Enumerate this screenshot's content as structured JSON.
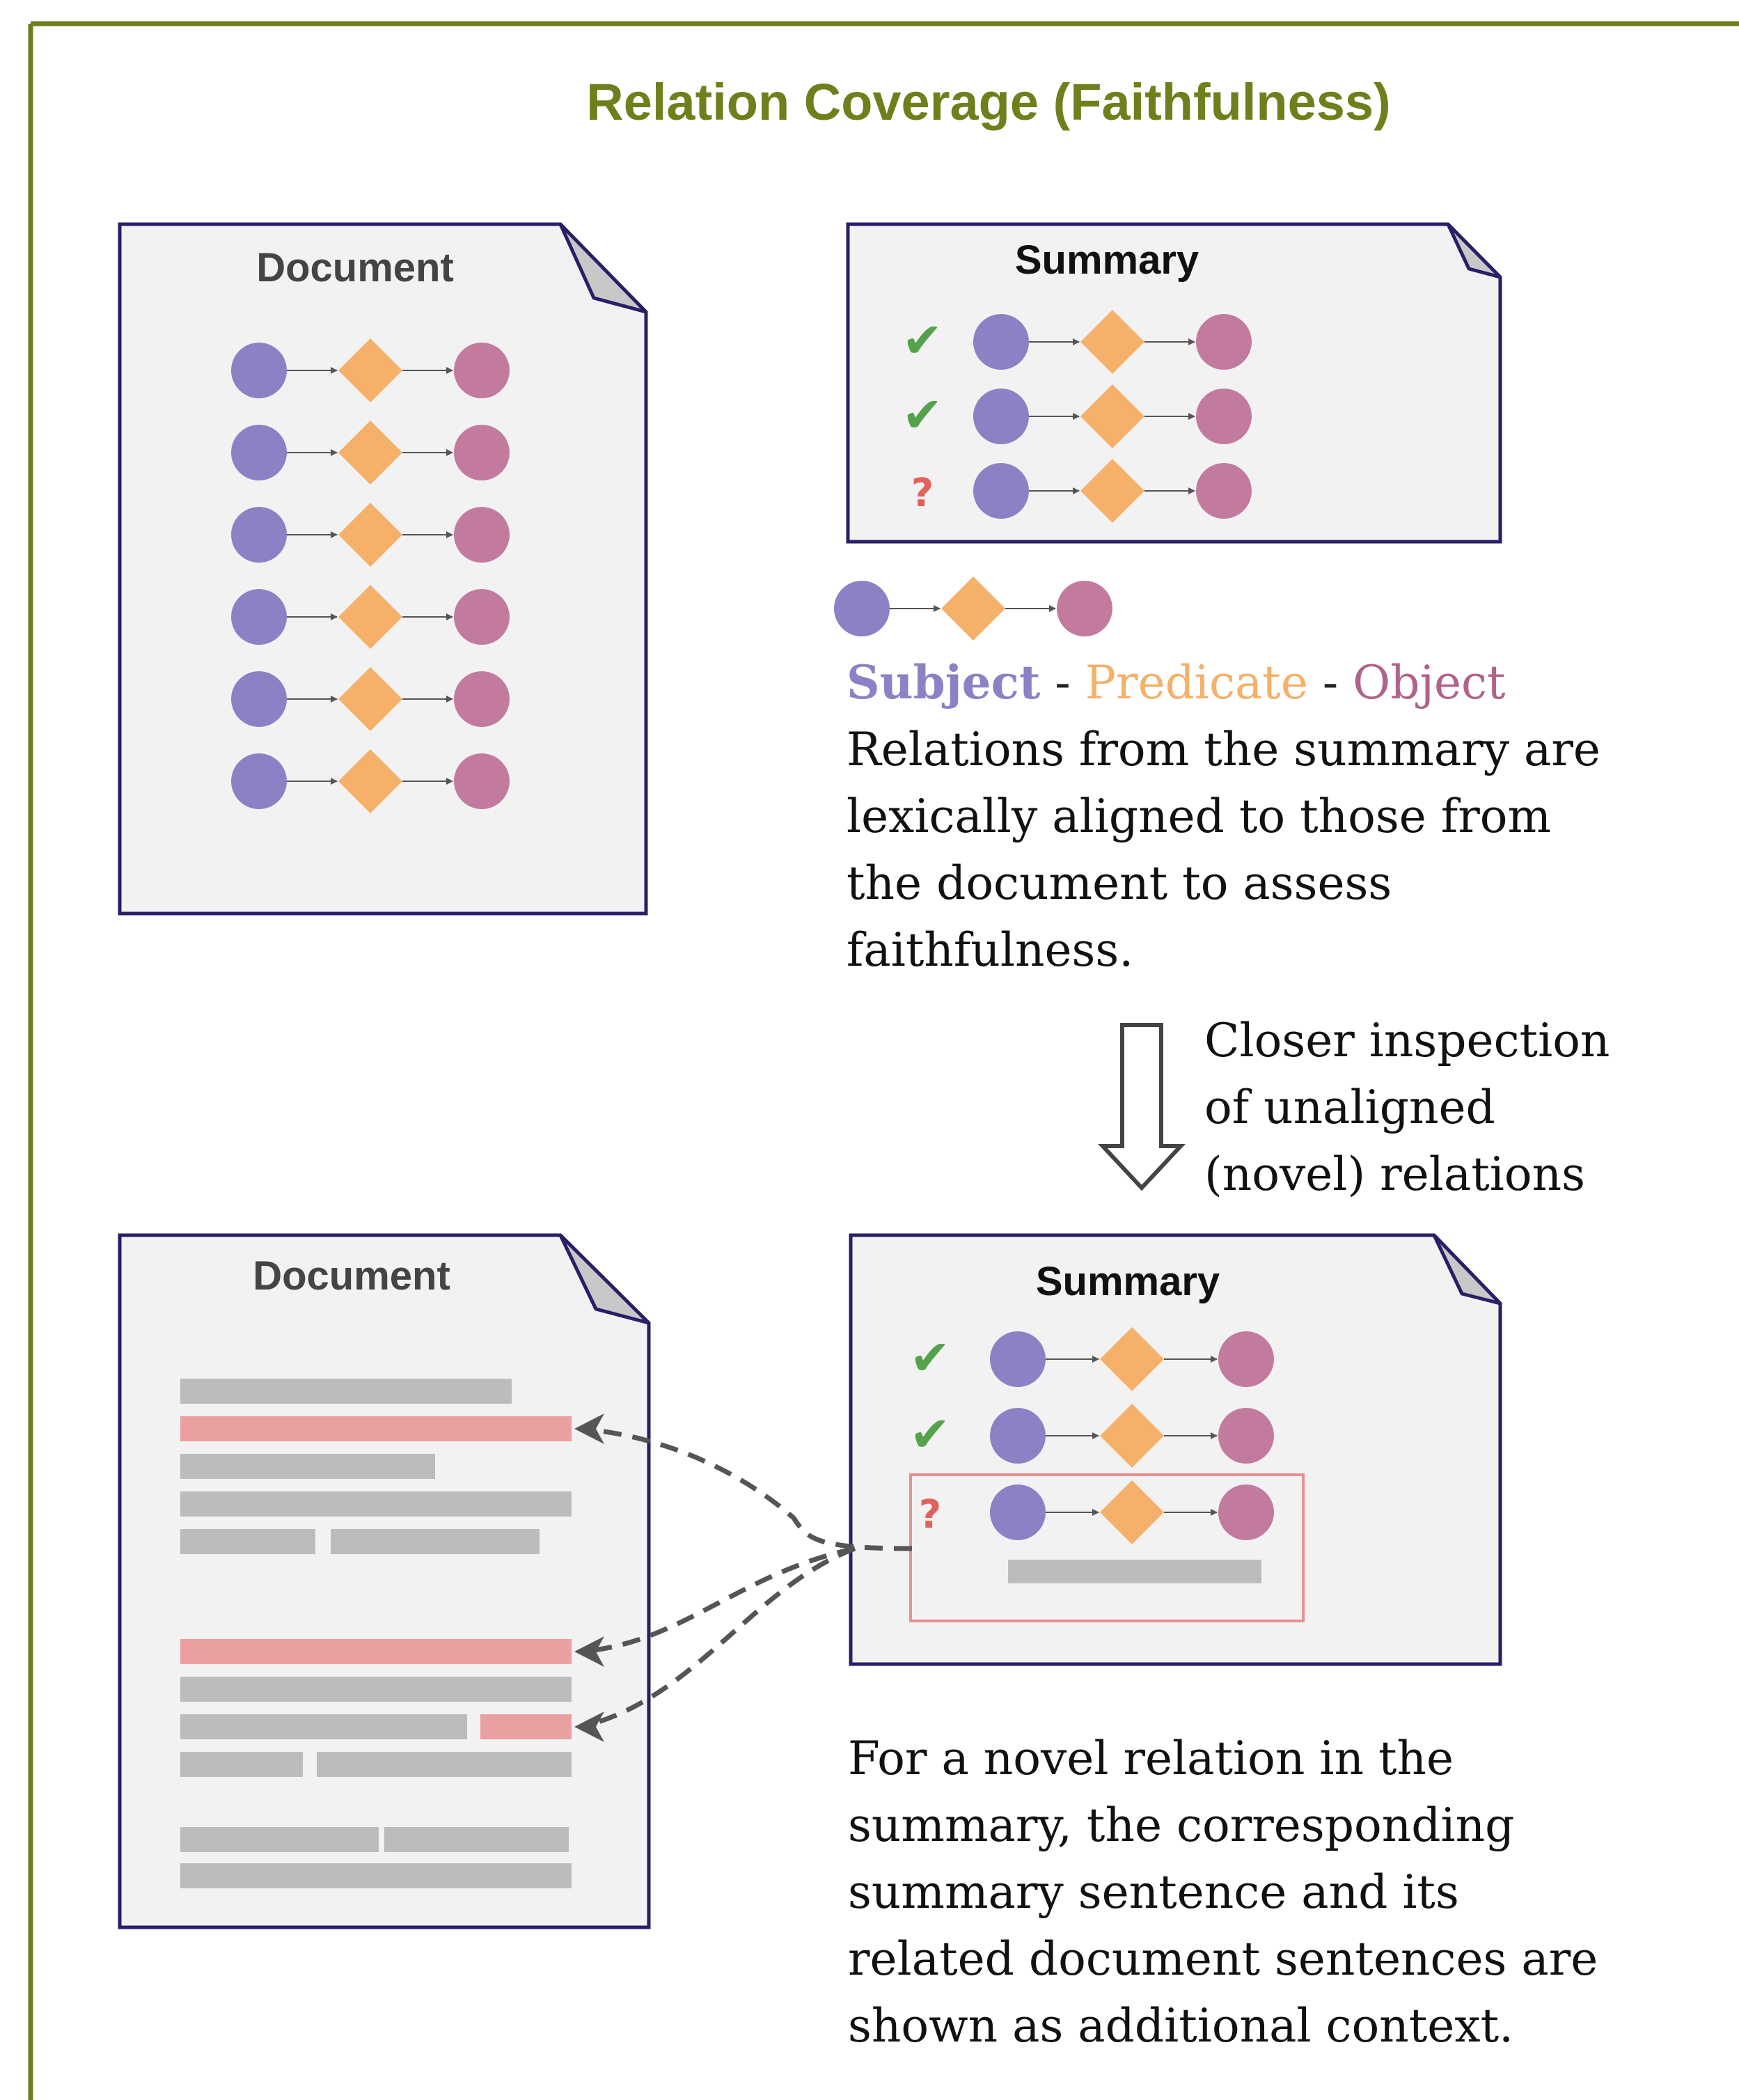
{
  "title": "Relation Coverage (Faithfulness)",
  "panels": {
    "doc_top": {
      "label": "Document",
      "relation_rows": 6
    },
    "summary_top": {
      "label": "Summary",
      "rows": [
        "aligned",
        "aligned",
        "novel"
      ]
    },
    "doc_bottom": {
      "label": "Document"
    },
    "summary_bottom": {
      "label": "Summary",
      "rows": [
        "aligned",
        "aligned",
        "novel"
      ]
    }
  },
  "marks": {
    "check": "✔",
    "question": "?"
  },
  "legend": {
    "subject": "Subject",
    "sep1": " - ",
    "predicate": "Predicate",
    "sep2": " - ",
    "object": "Object"
  },
  "description_top": [
    "Relations  from the summary are",
    "lexically aligned to those from",
    "the document to assess",
    "faithfulness."
  ],
  "inspection_text": [
    "Closer inspection",
    "of unaligned",
    "(novel) relations"
  ],
  "description_bottom": [
    "For a novel relation in the",
    "summary, the corresponding",
    "summary sentence and its",
    "related document sentences are",
    "shown as additional context."
  ],
  "colors": {
    "title": "#6f7f1c",
    "frame": "#707d1e",
    "subject": "#8e80c4",
    "predicate": "#f5b06a",
    "object": "#c27b9f",
    "check": "#54a24b",
    "question": "#e0625d",
    "doc_border": "#2b1e67",
    "doc_fill": "#f2f2f2",
    "line_gray": "#bcbcbc",
    "line_highlight": "#eaa0a0"
  }
}
